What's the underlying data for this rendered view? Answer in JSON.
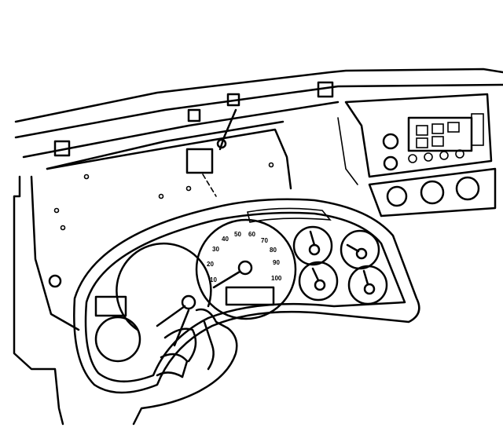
{
  "illustration": {
    "speedometer": {
      "tick_labels": [
        "10",
        "20",
        "30",
        "40",
        "50",
        "60",
        "70",
        "80",
        "90",
        "100"
      ]
    }
  }
}
